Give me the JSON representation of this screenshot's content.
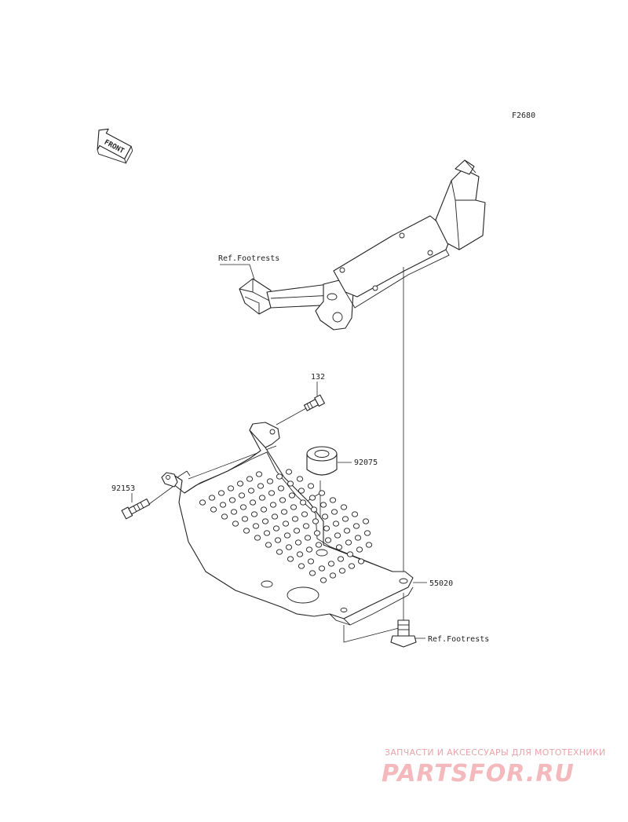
{
  "diagram_code": "F2680",
  "front_arrow_label": "FRONT",
  "callouts": {
    "ref_footrests_top": "Ref.Footrests",
    "part_132": "132",
    "part_92075": "92075",
    "part_92153": "92153",
    "part_55020": "55020",
    "ref_footrests_bottom": "Ref.Footrests"
  },
  "watermark": {
    "tagline": "ЗАПЧАСТИ И АКСЕССУАРЫ ДЛЯ МОТОТЕХНИКИ",
    "logo": "PARTSFOR.RU"
  },
  "colors": {
    "line": "#222222",
    "watermark": "#f3b9bc"
  }
}
